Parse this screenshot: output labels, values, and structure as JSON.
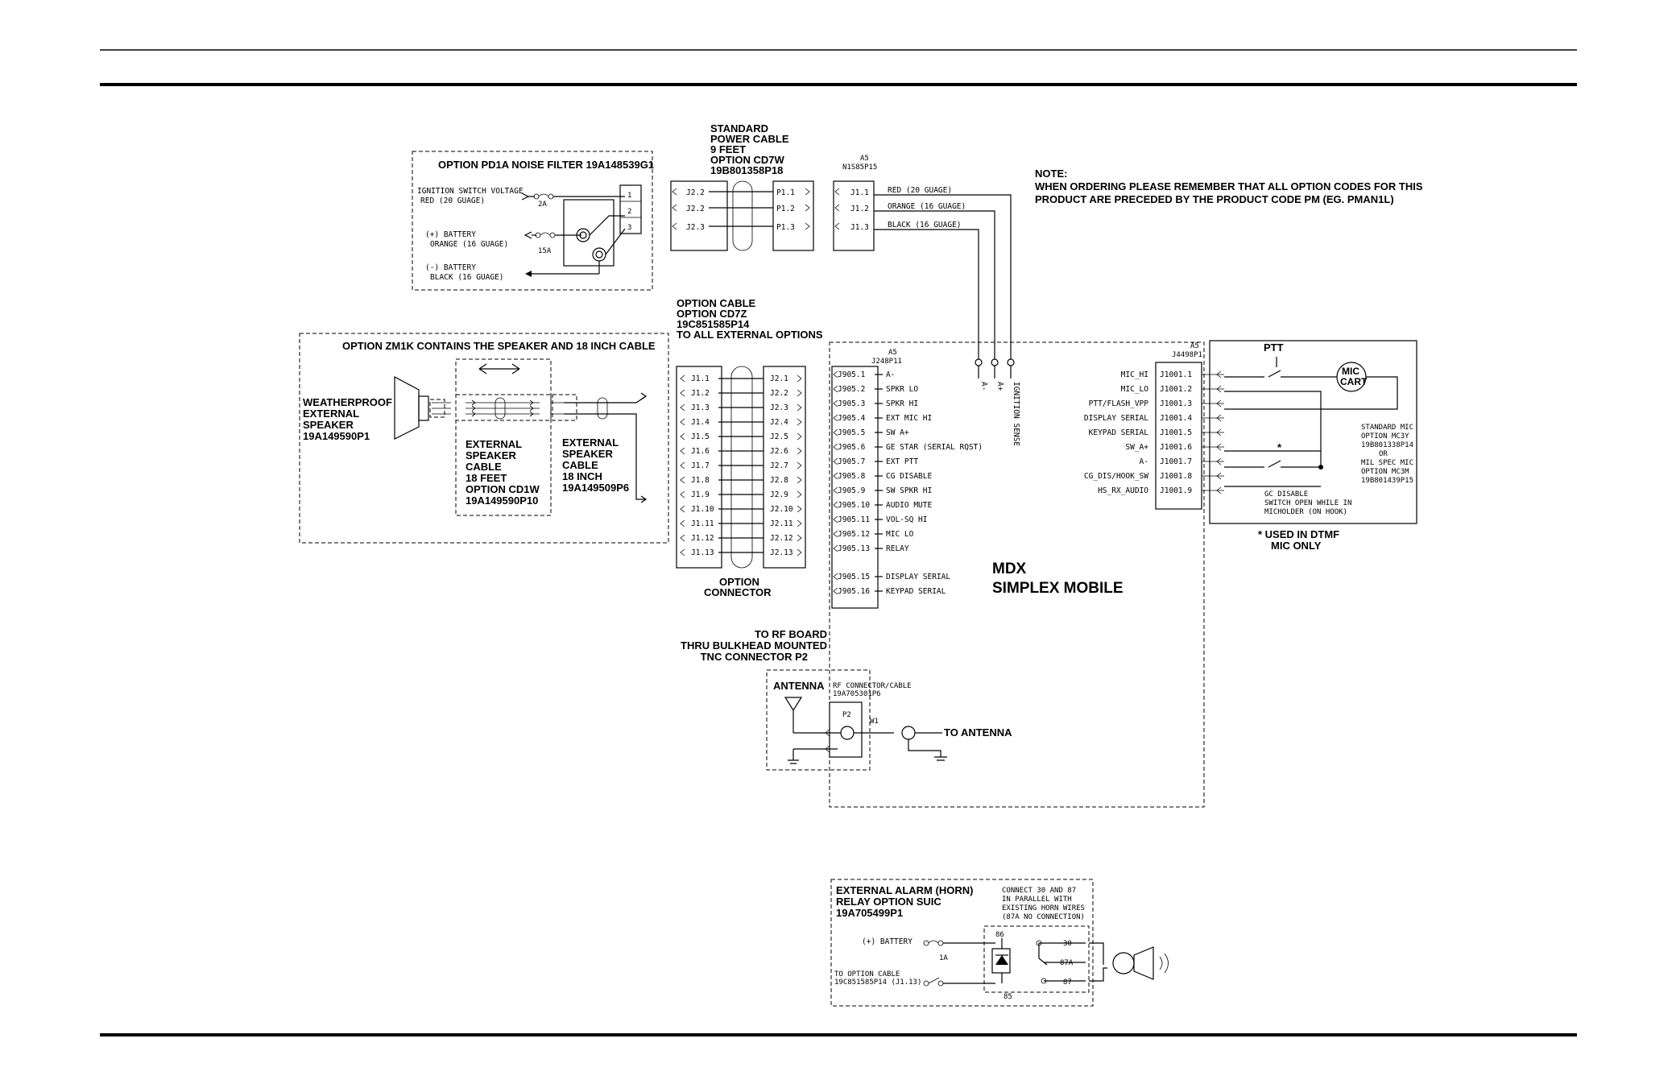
{
  "noise_filter": {
    "title": "OPTION PD1A NOISE FILTER 19A148539G1",
    "ign_label": "IGNITION SWITCH VOLTAGE",
    "ign_color": "RED (20 GUAGE)",
    "fuse_2a": "2A",
    "bat_pos": "(+) BATTERY",
    "bat_pos_color": "ORANGE (16 GUAGE)",
    "fuse_15a": "15A",
    "bat_neg": "(-) BATTERY",
    "bat_neg_color": "BLACK (16 GUAGE)",
    "pins": [
      "1",
      "2",
      "3"
    ]
  },
  "power_cable": {
    "title_lines": [
      "STANDARD",
      "POWER CABLE",
      "9 FEET",
      "OPTION CD7W",
      "19B801358P18"
    ],
    "left_pins": [
      "J2.2",
      "J2.2",
      "J2.3"
    ],
    "right_pins": [
      "P1.1",
      "P1.2",
      "P1.3"
    ]
  },
  "a5_connector": {
    "ref": "A5",
    "part": "N1S85P15",
    "pins": [
      "J1.1",
      "J1.2",
      "J1.3"
    ],
    "wires": [
      "RED (20 GUAGE)",
      "ORANGE (16 GUAGE)",
      "BLACK (16 GUAGE)"
    ]
  },
  "note": {
    "title": "NOTE:",
    "lines": [
      "WHEN ORDERING PLEASE REMEMBER THAT ALL OPTION CODES FOR THIS",
      "PRODUCT ARE PRECEDED BY THE PRODUCT CODE PM (EG. PMAN1L)"
    ]
  },
  "option_cable": {
    "title_lines": [
      "OPTION CABLE",
      "OPTION CD7Z",
      "19C851585P14",
      "TO ALL EXTERNAL OPTIONS"
    ],
    "left_pins": [
      "J1.1",
      "J1.2",
      "J1.3",
      "J1.4",
      "J1.5",
      "J1.6",
      "J1.7",
      "J1.8",
      "J1.9",
      "J1.10",
      "J1.11",
      "J1.12",
      "J1.13"
    ],
    "right_pins": [
      "J2.1",
      "J2.2",
      "J2.3",
      "J2.4",
      "J2.5",
      "J2.6",
      "J2.7",
      "J2.8",
      "J2.9",
      "J2.10",
      "J2.11",
      "J2.12",
      "J2.13"
    ],
    "footer_lines": [
      "OPTION",
      "CONNECTOR"
    ]
  },
  "speaker": {
    "title": "OPTION ZM1K CONTAINS THE SPEAKER AND 18 INCH CABLE",
    "speaker_lines": [
      "WEATHERPROOF",
      "EXTERNAL",
      "SPEAKER",
      "19A149590P1"
    ],
    "ext_cable_lines": [
      "EXTERNAL",
      "SPEAKER",
      "CABLE",
      "18 FEET",
      "OPTION CD1W",
      "19A149590P10"
    ],
    "short_cable_lines": [
      "EXTERNAL",
      "SPEAKER",
      "CABLE",
      "18 INCH",
      "19A149509P6"
    ]
  },
  "j248": {
    "ref": "A5",
    "part": "J248P11",
    "pins": [
      "J905.1",
      "J905.2",
      "J905.3",
      "J905.4",
      "J905.5",
      "J905.6",
      "J905.7",
      "J905.8",
      "J905.9",
      "J905.10",
      "J905.11",
      "J905.12",
      "J905.13"
    ],
    "signals": [
      "A-",
      "SPKR LO",
      "SPKR HI",
      "EXT MIC HI",
      "SW A+",
      "GE STAR (SERIAL RQST)",
      "EXT PTT",
      "CG DISABLE",
      "SW SPKR HI",
      "AUDIO MUTE",
      "VOL-SQ HI",
      "MIC LO",
      "RELAY"
    ],
    "extra_pins": [
      "J905.15",
      "J905.16"
    ],
    "extra_signals": [
      "DISPLAY SERIAL",
      "KEYPAD SERIAL"
    ]
  },
  "power_labels": [
    "A-",
    "A+",
    "IGNITION SENSE"
  ],
  "mdx": {
    "line1": "MDX",
    "line2": "SIMPLEX MOBILE"
  },
  "j4498": {
    "ref": "A5",
    "part": "J4498P1",
    "pins": [
      "J1001.1",
      "J1001.2",
      "J1001.3",
      "J1001.4",
      "J1001.5",
      "J1001.6",
      "J1001.7",
      "J1001.8",
      "J1001.9"
    ],
    "signals": [
      "MIC_HI",
      "MIC_LO",
      "PTT/FLASH_VPP",
      "DISPLAY SERIAL",
      "KEYPAD SERIAL",
      "SW_A+",
      "A-",
      "CG_DIS/HOOK_SW",
      "HS_RX_AUDIO"
    ]
  },
  "mic": {
    "ptt": "PTT",
    "cart_l1": "MIC",
    "cart_l2": "CART",
    "star": "*",
    "gc_lines": [
      "GC DISABLE",
      "SWITCH OPEN WHILE IN",
      "MICHOLDER (ON HOOK)"
    ],
    "std_lines": [
      "STANDARD MIC",
      "OPTION MC3Y",
      "19B801338P14",
      "OR",
      "MIL SPEC MIC",
      "OPTION MC3M",
      "19B801439P15"
    ],
    "dtmf_lines": [
      "* USED IN DTMF",
      "MIC ONLY"
    ]
  },
  "rf": {
    "title_lines": [
      "TO RF BOARD",
      "THRU BULKHEAD MOUNTED",
      "TNC CONNECTOR P2"
    ],
    "antenna": "ANTENNA",
    "connector_l1": "RF CONNECTOR/CABLE",
    "connector_l2": "19A705301P6",
    "p2": "P2",
    "w1": "W1",
    "to_antenna": "TO ANTENNA"
  },
  "alarm": {
    "title_lines": [
      "EXTERNAL ALARM (HORN)",
      "RELAY OPTION SUIC",
      "19A705499P1"
    ],
    "note_lines": [
      "CONNECT 30 AND 87",
      "IN PARALLEL WITH",
      "EXISTING HORN WIRES",
      "(87A NO CONNECTION)"
    ],
    "battery": "(+) BATTERY",
    "fuse": "1A",
    "cable_l1": "TO OPTION CABLE",
    "cable_l2": "19C851585P14  (J1.13)",
    "t86": "86",
    "t85": "85",
    "t30": "30",
    "t87a": "87A",
    "t87": "87"
  }
}
